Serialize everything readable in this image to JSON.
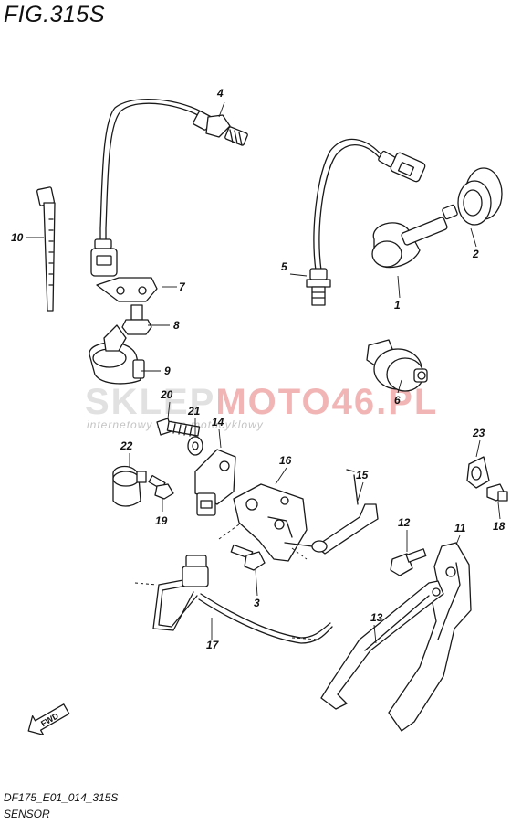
{
  "figure": {
    "title": "FIG.315S",
    "code": "DF175_E01_014_315S",
    "name": "SENSOR"
  },
  "watermark": {
    "brand_left": "SKLEP",
    "brand_right": "MOTO46.PL",
    "tagline": "internetowy sklep motocyklowy"
  },
  "direction_badge": "FWD",
  "callouts": {
    "p1": "1",
    "p2": "2",
    "p3": "3",
    "p4": "4",
    "p5": "5",
    "p6": "6",
    "p7": "7",
    "p8": "8",
    "p9": "9",
    "p10": "10",
    "p11": "11",
    "p12": "12",
    "p13": "13",
    "p14": "14",
    "p15": "15",
    "p16": "16",
    "p17": "17",
    "p18": "18",
    "p19": "19",
    "p20": "20",
    "p21": "21",
    "p22": "22",
    "p23": "23"
  }
}
